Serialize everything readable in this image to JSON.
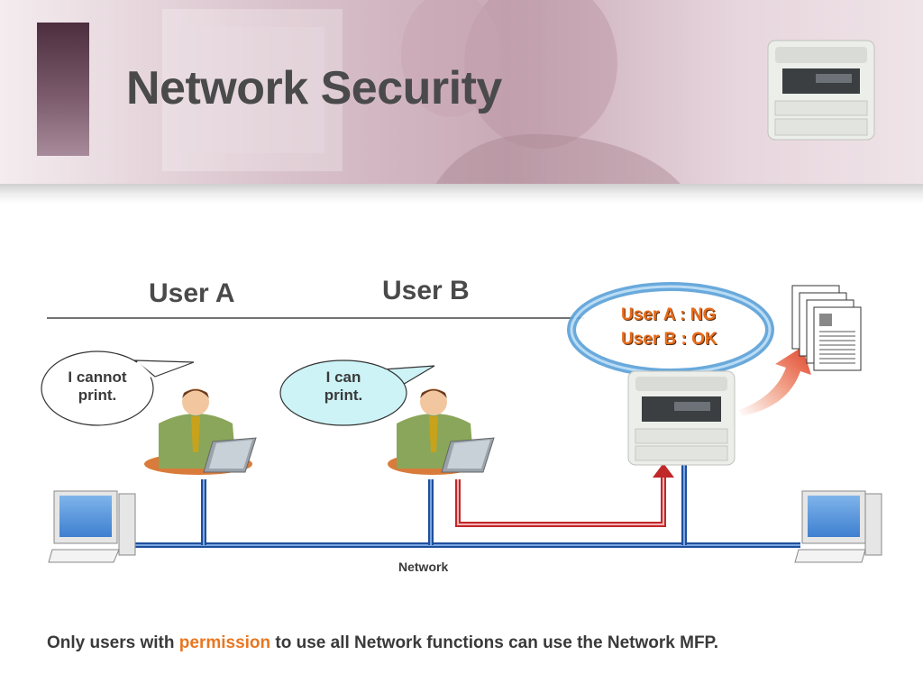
{
  "slide": {
    "title": "Network Security"
  },
  "diagram": {
    "user_a_label": "User A",
    "user_b_label": "User B",
    "bubble_a_line1": "I cannot",
    "bubble_a_line2": "print.",
    "bubble_b_line1": "I can",
    "bubble_b_line2": "print.",
    "permission_line1": "User A : NG",
    "permission_line2": "User B : OK",
    "network_label": "Network"
  },
  "footer": {
    "before": "Only users with ",
    "highlight": "permission",
    "after": " to use all Network functions can use the Network MFP."
  },
  "colors": {
    "accent": "#e87722",
    "network_line": "#1f4e9c",
    "print_path": "#c0282a",
    "bubble_b_fill": "#cdf3f7",
    "permission_ring": "#5aa0d8"
  }
}
